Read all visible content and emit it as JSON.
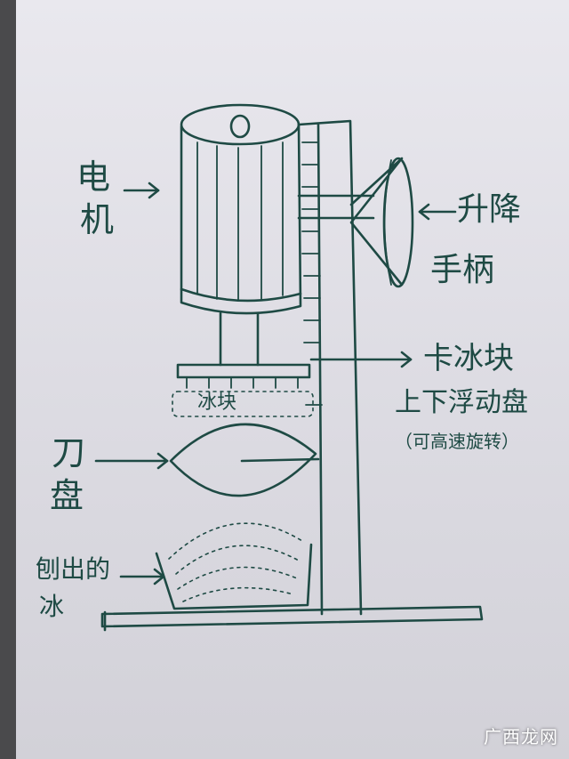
{
  "labels": {
    "motor_line1": "电",
    "motor_line2": "机",
    "lift_handle_line1": "升降",
    "lift_handle_line2": "手柄",
    "ice_block": "冰块",
    "clamp_disc_line1": "卡冰块",
    "clamp_disc_line2": "上下浮动盘",
    "clamp_disc_line3": "（可高速旋转）",
    "blade_disc_line1": "刀",
    "blade_disc_line2": "盘",
    "shaved_ice_line1": "刨出的",
    "shaved_ice_line2": "冰"
  },
  "watermark": "广西龙网",
  "colors": {
    "ink": "#1e4a44",
    "paper": "#e3e2e8"
  }
}
